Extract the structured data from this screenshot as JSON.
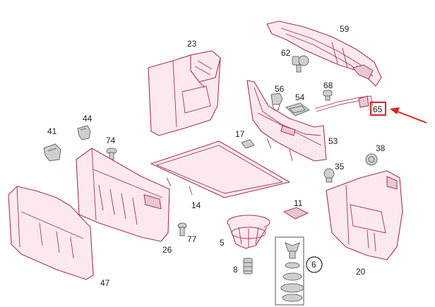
{
  "labels": {
    "p5": "5",
    "p6": "6",
    "p8": "8",
    "p11": "11",
    "p14": "14",
    "p17": "17",
    "p20": "20",
    "p23": "23",
    "p26": "26",
    "p35": "35",
    "p38": "38",
    "p41": "41",
    "p44": "44",
    "p47": "47",
    "p53": "53",
    "p54": "54",
    "p56": "56",
    "p59": "59",
    "p62": "62",
    "p65": "65",
    "p68": "68",
    "p74": "74",
    "p77": "77"
  },
  "colors": {
    "part_outline": "#a8325a",
    "part_fill": "#fbe9ef",
    "highlight": "#e0201c",
    "text": "#222222"
  }
}
